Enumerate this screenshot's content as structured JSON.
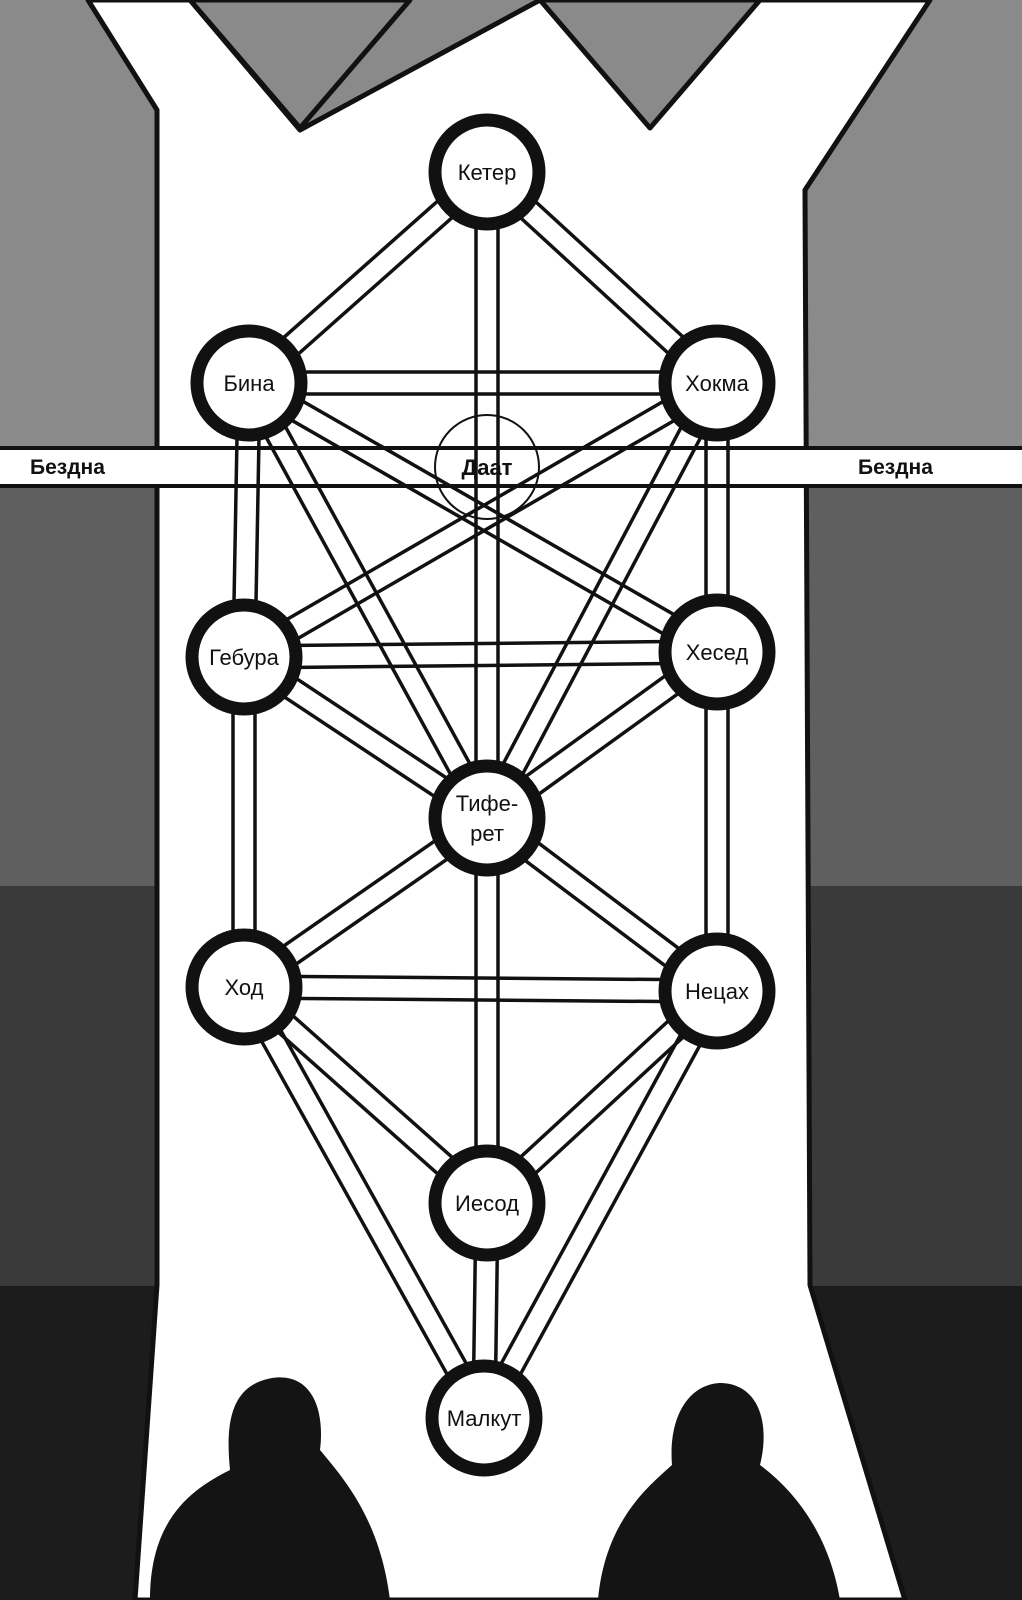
{
  "diagram": {
    "colors": {
      "band_1": "#8a8a8a",
      "band_2": "#5f5f5f",
      "band_3": "#3a3a3a",
      "band_4": "#1c1c1c",
      "pillar": "#ffffff",
      "ink": "#111111",
      "silhouette": "#141414"
    },
    "abyss": {
      "left_label": "Бездна",
      "right_label": "Бездна"
    },
    "daat": {
      "label": "Даат"
    },
    "sephirot": [
      {
        "id": "keter",
        "lines": [
          "Кетер"
        ]
      },
      {
        "id": "hokhma",
        "lines": [
          "Хокма"
        ]
      },
      {
        "id": "bina",
        "lines": [
          "Бина"
        ]
      },
      {
        "id": "hesed",
        "lines": [
          "Хесед"
        ]
      },
      {
        "id": "gebura",
        "lines": [
          "Гебура"
        ]
      },
      {
        "id": "tiferet",
        "lines": [
          "Тифе-",
          "рет"
        ]
      },
      {
        "id": "netsah",
        "lines": [
          "Нецах"
        ]
      },
      {
        "id": "hod",
        "lines": [
          "Ход"
        ]
      },
      {
        "id": "yesod",
        "lines": [
          "Иесод"
        ]
      },
      {
        "id": "malkut",
        "lines": [
          "Малкут"
        ]
      }
    ],
    "paths": [
      [
        "keter",
        "hokhma"
      ],
      [
        "keter",
        "bina"
      ],
      [
        "keter",
        "tiferet"
      ],
      [
        "hokhma",
        "bina"
      ],
      [
        "hokhma",
        "hesed"
      ],
      [
        "hokhma",
        "tiferet"
      ],
      [
        "hokhma",
        "gebura"
      ],
      [
        "bina",
        "gebura"
      ],
      [
        "bina",
        "tiferet"
      ],
      [
        "bina",
        "hesed"
      ],
      [
        "hesed",
        "gebura"
      ],
      [
        "hesed",
        "tiferet"
      ],
      [
        "hesed",
        "netsah"
      ],
      [
        "gebura",
        "tiferet"
      ],
      [
        "gebura",
        "hod"
      ],
      [
        "tiferet",
        "netsah"
      ],
      [
        "tiferet",
        "hod"
      ],
      [
        "tiferet",
        "yesod"
      ],
      [
        "netsah",
        "hod"
      ],
      [
        "netsah",
        "yesod"
      ],
      [
        "netsah",
        "malkut"
      ],
      [
        "hod",
        "yesod"
      ],
      [
        "hod",
        "malkut"
      ],
      [
        "yesod",
        "malkut"
      ]
    ]
  }
}
